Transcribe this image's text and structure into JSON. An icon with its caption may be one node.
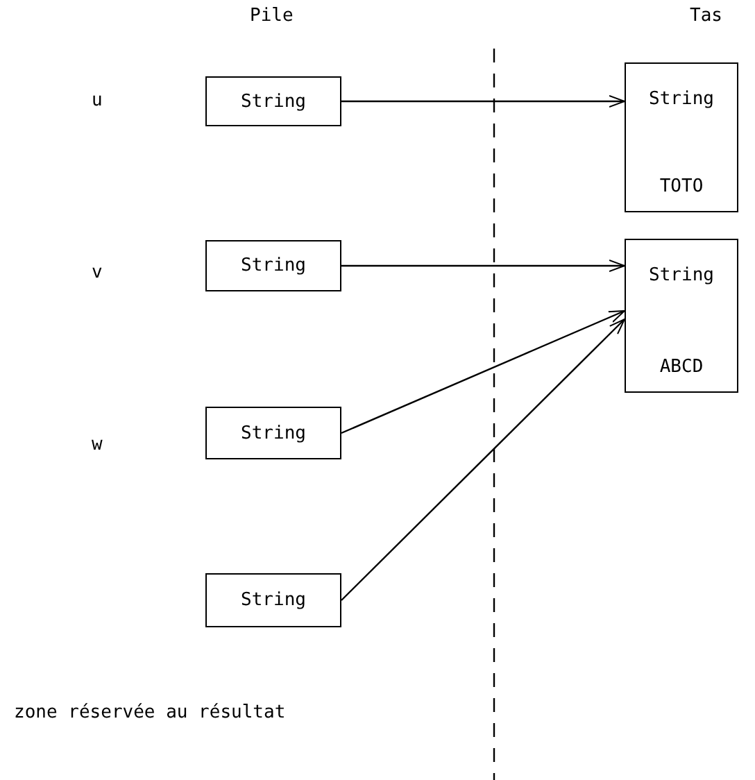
{
  "diagram": {
    "nodes": [
      {
        "text": [
          "String"
        ]
      },
      {
        "text": [
          "String"
        ]
      },
      {
        "text": [
          "String"
        ]
      },
      {
        "text": [
          "String"
        ]
      },
      {
        "text": [
          "String",
          "TOTO"
        ]
      },
      {
        "text": [
          "String",
          "ABCD"
        ]
      }
    ],
    "edges": [
      {
        "from": 0,
        "to": 4,
        "arrow": "to"
      },
      {
        "from": 1,
        "to": 5,
        "arrow": "to"
      },
      {
        "from": 2,
        "to": 5,
        "arrow": "to"
      },
      {
        "from": 3,
        "to": 5,
        "arrow": "to"
      }
    ],
    "labels": [
      "Pile",
      "Tas",
      "u",
      "v",
      "w",
      "zone réservée au résultat"
    ]
  }
}
